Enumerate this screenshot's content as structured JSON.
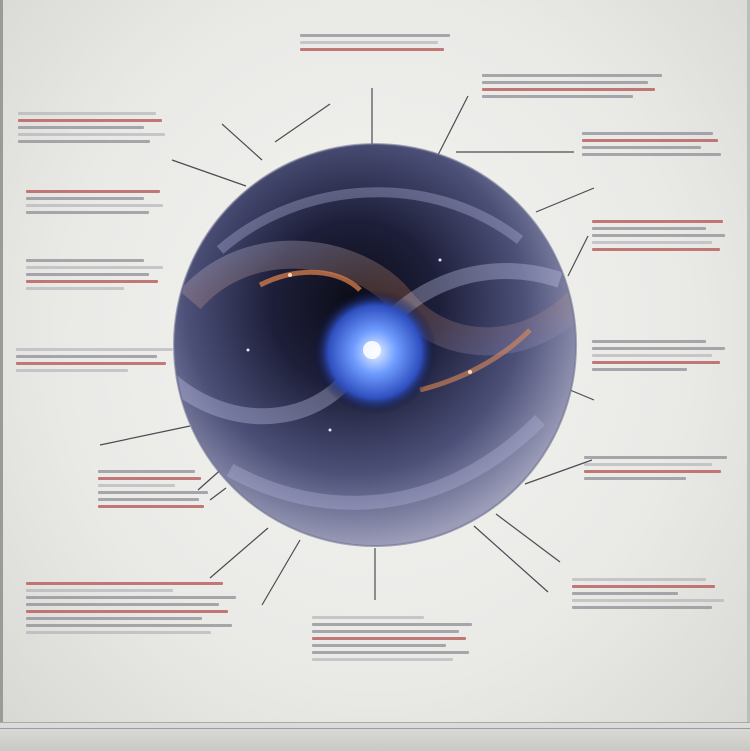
{
  "page": {
    "background": "#ececea",
    "sphere_color": "#5b5f86",
    "core_color": "#4f86ff",
    "accent_red": "#b85a5a"
  },
  "annotations": [
    {
      "id": "top-center",
      "title": "",
      "lines": 3
    },
    {
      "id": "top-left-1",
      "title": "",
      "lines": 5
    },
    {
      "id": "left-2",
      "title": "",
      "lines": 4
    },
    {
      "id": "left-3",
      "title": "",
      "lines": 5
    },
    {
      "id": "left-4",
      "title": "",
      "lines": 4
    },
    {
      "id": "left-5",
      "title": "",
      "lines": 6
    },
    {
      "id": "bottom-left",
      "title": "",
      "lines": 8
    },
    {
      "id": "bottom-center",
      "title": "",
      "lines": 7
    },
    {
      "id": "right-1",
      "title": "",
      "lines": 4
    },
    {
      "id": "right-2",
      "title": "",
      "lines": 4
    },
    {
      "id": "right-3",
      "title": "",
      "lines": 5
    },
    {
      "id": "right-4",
      "title": "",
      "lines": 5
    },
    {
      "id": "right-5",
      "title": "",
      "lines": 4
    },
    {
      "id": "bottom-right",
      "title": "",
      "lines": 5
    }
  ],
  "footer": {
    "left_label": "",
    "right_label": ""
  }
}
